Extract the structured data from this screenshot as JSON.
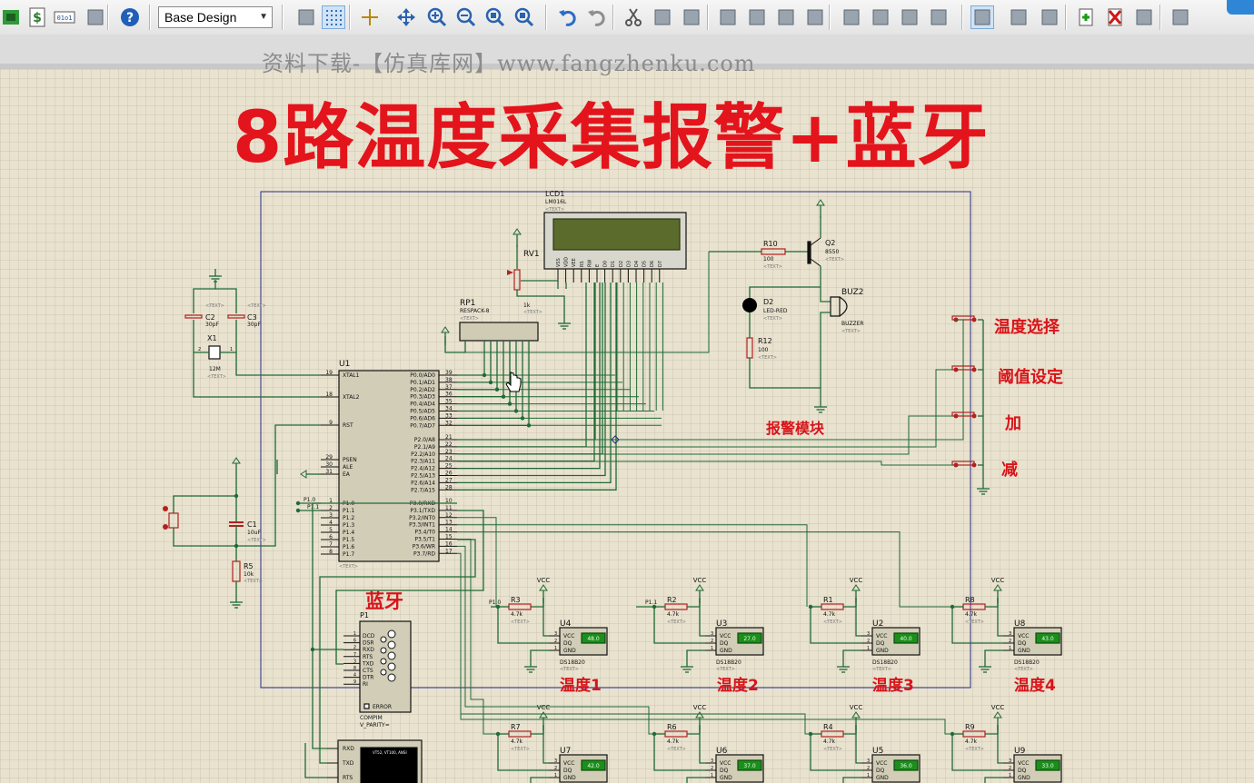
{
  "toolbar": {
    "design_select": "Base Design",
    "buttons": [
      "logo-icon",
      "dollar-doc-icon",
      "binary-icon",
      "list-doc-icon",
      "help-icon",
      "refresh-icon",
      "grid-icon",
      "origin-icon",
      "pan-icon",
      "zoom-in-icon",
      "zoom-out-icon",
      "zoom-area-icon",
      "zoom-fit-icon",
      "undo-icon",
      "redo-icon",
      "cut-icon",
      "copy-icon",
      "paste-icon",
      "block-copy-icon",
      "block-move-icon",
      "block-rotate-icon",
      "block-delete-icon",
      "pick-device-icon",
      "make-device-icon",
      "package-icon",
      "decompose-icon",
      "wire-autorouter-icon",
      "search-tag-icon",
      "property-icon",
      "new-sheet-icon",
      "delete-sheet-icon",
      "bom-icon",
      "electrical-check-icon"
    ]
  },
  "watermark": "资料下载-【仿真库网】www.fangzhenku.com",
  "title": "8路温度采集报警+蓝牙",
  "annotations": {
    "temp_select": "温度选择",
    "threshold": "阈值设定",
    "plus": "加",
    "minus": "减",
    "alarm": "报警模块",
    "bluetooth": "蓝牙",
    "temp1": "温度1",
    "temp2": "温度2",
    "temp3": "温度3",
    "temp4": "温度4"
  },
  "components": {
    "lcd": {
      "ref": "LCD1",
      "part": "LM016L",
      "text": "<TEXT>",
      "pins": [
        "VSS",
        "VDD",
        "VEE",
        "RS",
        "RW",
        "E",
        "D0",
        "D1",
        "D2",
        "D3",
        "D4",
        "D5",
        "D6",
        "D7"
      ]
    },
    "rv1": {
      "ref": "RV1",
      "value": "1k",
      "text": "<TEXT>"
    },
    "rp1": {
      "ref": "RP1",
      "part": "RESPACK-8",
      "text": "<TEXT>"
    },
    "r10": {
      "ref": "R10",
      "value": "100",
      "text": "<TEXT>"
    },
    "q2": {
      "ref": "Q2",
      "part": "8550",
      "text": "<TEXT>"
    },
    "d2": {
      "ref": "D2",
      "part": "LED-RED",
      "text": "<TEXT>"
    },
    "buz2": {
      "ref": "BUZ2",
      "part": "BUZZER",
      "text": "<TEXT>"
    },
    "r12": {
      "ref": "R12",
      "value": "100",
      "text": "<TEXT>"
    },
    "c2": {
      "ref": "C2",
      "value": "30pF",
      "text": "<TEXT>"
    },
    "c3": {
      "ref": "C3",
      "value": "30pF",
      "text": "<TEXT>"
    },
    "x1": {
      "ref": "X1",
      "value": "12M",
      "text": "<TEXT>"
    },
    "c1": {
      "ref": "C1",
      "value": "10uF",
      "text": "<TEXT>"
    },
    "r5": {
      "ref": "R5",
      "value": "10k",
      "text": "<TEXT>"
    },
    "u1": {
      "ref": "U1",
      "text": "<TEXT>",
      "left_pins": [
        [
          "19",
          "XTAL1"
        ],
        [
          "18",
          "XTAL2"
        ],
        [
          "9",
          "RST"
        ],
        [
          "29",
          "PSEN"
        ],
        [
          "30",
          "ALE"
        ],
        [
          "31",
          "EA"
        ],
        [
          "1",
          "P1.0"
        ],
        [
          "2",
          "P1.1"
        ],
        [
          "3",
          "P1.2"
        ],
        [
          "4",
          "P1.3"
        ],
        [
          "5",
          "P1.4"
        ],
        [
          "6",
          "P1.5"
        ],
        [
          "7",
          "P1.6"
        ],
        [
          "8",
          "P1.7"
        ]
      ],
      "right_pins": [
        [
          "39",
          "P0.0/AD0"
        ],
        [
          "38",
          "P0.1/AD1"
        ],
        [
          "37",
          "P0.2/AD2"
        ],
        [
          "36",
          "P0.3/AD3"
        ],
        [
          "35",
          "P0.4/AD4"
        ],
        [
          "34",
          "P0.5/AD5"
        ],
        [
          "33",
          "P0.6/AD6"
        ],
        [
          "32",
          "P0.7/AD7"
        ],
        [
          "21",
          "P2.0/A8"
        ],
        [
          "22",
          "P2.1/A9"
        ],
        [
          "23",
          "P2.2/A10"
        ],
        [
          "24",
          "P2.3/A11"
        ],
        [
          "25",
          "P2.4/A12"
        ],
        [
          "26",
          "P2.5/A13"
        ],
        [
          "27",
          "P2.6/A14"
        ],
        [
          "28",
          "P2.7/A15"
        ],
        [
          "10",
          "P3.0/RXD"
        ],
        [
          "11",
          "P3.1/TXD"
        ],
        [
          "12",
          "P3.2/INT0"
        ],
        [
          "13",
          "P3.3/INT1"
        ],
        [
          "14",
          "P3.4/T0"
        ],
        [
          "15",
          "P3.5/T1"
        ],
        [
          "16",
          "P3.6/WR"
        ],
        [
          "17",
          "P3.7/RD"
        ]
      ]
    },
    "p1": {
      "ref": "P1",
      "part": "COMPIM",
      "param": "V_PARITY=",
      "pins": [
        [
          "1",
          "DCD"
        ],
        [
          "6",
          "DSR"
        ],
        [
          "2",
          "RXD"
        ],
        [
          "7",
          "RTS"
        ],
        [
          "3",
          "TXD"
        ],
        [
          "8",
          "CTS"
        ],
        [
          "4",
          "DTR"
        ],
        [
          "9",
          "RI"
        ]
      ],
      "error": "ERROR"
    },
    "terminal": {
      "pins": [
        "RXD",
        "TXD",
        "RTS"
      ],
      "screen": "VT52, VT100, ANSI"
    },
    "net_p10": "P1.0",
    "net_p11": "P1.1",
    "sensors": [
      {
        "r": "R3",
        "u": "U4",
        "reading": "48.0",
        "net": "P1.0"
      },
      {
        "r": "R2",
        "u": "U3",
        "reading": "27.0",
        "net": "P1.1"
      },
      {
        "r": "R1",
        "u": "U2",
        "reading": "40.0",
        "net": ""
      },
      {
        "r": "R8",
        "u": "U8",
        "reading": "43.0",
        "net": ""
      },
      {
        "r": "R7",
        "u": "U7",
        "reading": "42.0",
        "net": ""
      },
      {
        "r": "R6",
        "u": "U6",
        "reading": "37.0",
        "net": ""
      },
      {
        "r": "R4",
        "u": "U5",
        "reading": "36.0",
        "net": ""
      },
      {
        "r": "R9",
        "u": "U9",
        "reading": "33.0",
        "net": ""
      }
    ],
    "sensor_common": {
      "r_value": "4.7k",
      "text": "<TEXT>",
      "part": "DS18B20",
      "vcc": "VCC",
      "pins": [
        "VCC",
        "DQ",
        "GND"
      ],
      "pin_nums": [
        "3",
        "2",
        "1"
      ]
    }
  }
}
